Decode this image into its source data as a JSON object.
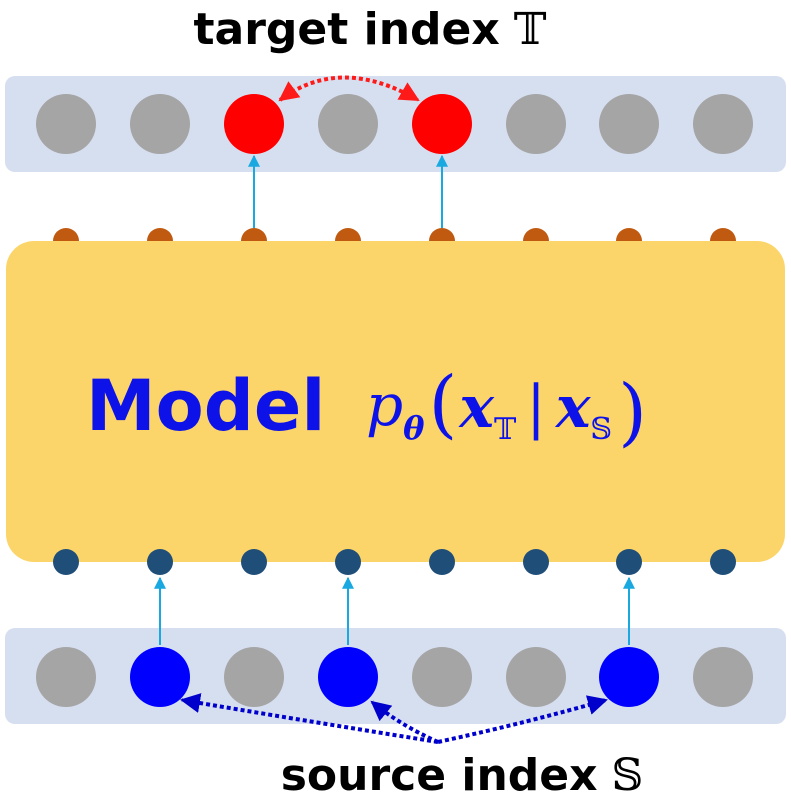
{
  "target_label": "target index",
  "target_symbol": "𝕋",
  "source_label": "source index",
  "source_symbol": "𝕊",
  "model_label": "Model",
  "formula": {
    "p": "p",
    "theta": "θ",
    "lparen": "(",
    "x1": "x",
    "sub1": "𝕋",
    "bar": "|",
    "x2": "x",
    "sub2": "𝕊",
    "rparen": ")"
  },
  "target_row": {
    "selected": [
      2,
      4
    ],
    "count": 8
  },
  "source_row": {
    "selected": [
      1,
      3,
      6
    ],
    "count": 8
  },
  "colors": {
    "row_background": "#d6dff0",
    "model_fill": "#fcd56a",
    "inactive_node": "#a5a5a5",
    "target_node": "#ff0000",
    "source_node": "#0000ff",
    "model_label": "#0d13e8",
    "output_port": "#c05a10",
    "input_port": "#1f4e79",
    "arrow": "#19a8e0"
  }
}
